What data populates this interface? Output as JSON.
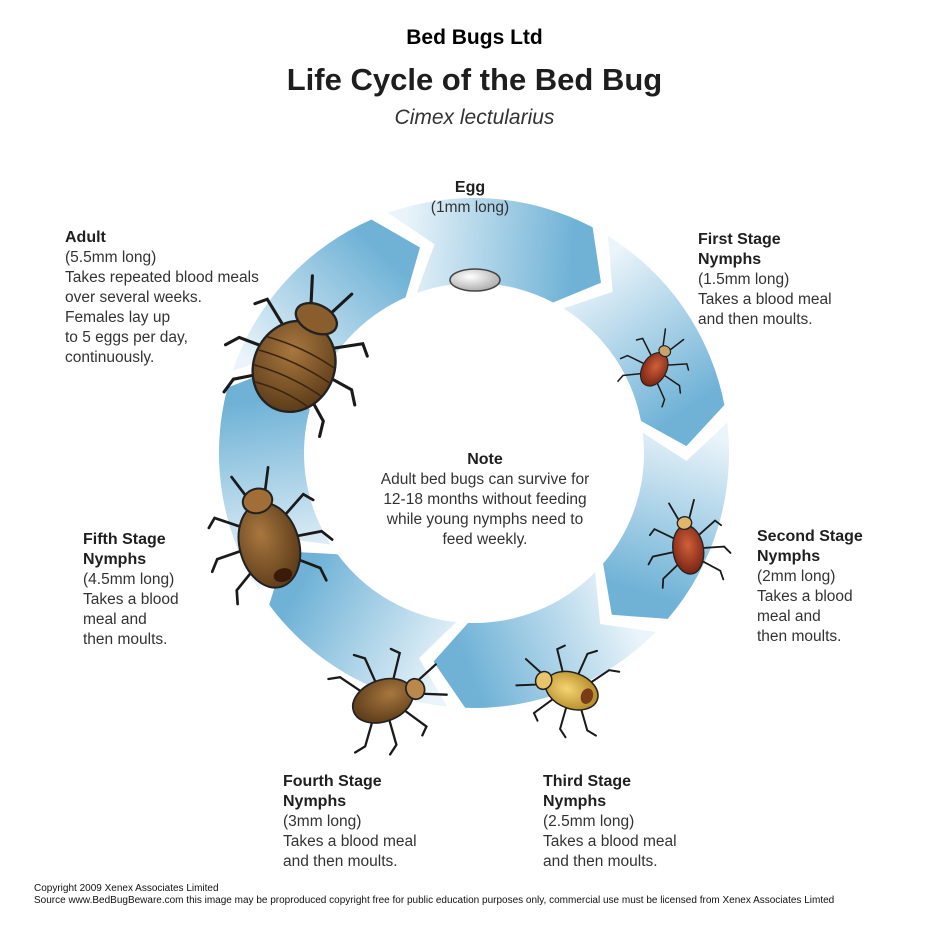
{
  "header": {
    "company": "Bed Bugs Ltd",
    "title": "Life Cycle of the Bed Bug",
    "subtitle": "Cimex lectularius"
  },
  "stages": {
    "egg": {
      "name": "Egg",
      "size": "(1mm long)",
      "desc": ""
    },
    "first": {
      "name": "First Stage\nNymphs",
      "size": "(1.5mm long)",
      "desc": "Takes a blood meal\nand then moults."
    },
    "second": {
      "name": "Second Stage\nNymphs",
      "size": "(2mm long)",
      "desc": "Takes a blood\nmeal and\nthen moults."
    },
    "third": {
      "name": "Third Stage\nNymphs",
      "size": "(2.5mm long)",
      "desc": "Takes a blood meal\nand then moults."
    },
    "fourth": {
      "name": "Fourth Stage\nNymphs",
      "size": "(3mm long)",
      "desc": "Takes a blood meal\nand then moults."
    },
    "fifth": {
      "name": "Fifth Stage\nNymphs",
      "size": "(4.5mm long)",
      "desc": "Takes a blood\nmeal and\nthen moults."
    },
    "adult": {
      "name": "Adult",
      "size": "(5.5mm long)",
      "desc": "Takes repeated blood meals\nover several weeks.\nFemales lay up\nto 5 eggs per day,\ncontinuously."
    }
  },
  "note": {
    "title": "Note",
    "text": "Adult bed bugs can survive for\n12-18 months without feeding\nwhile young nymphs need to\nfeed weekly."
  },
  "footer": {
    "copyright": "Copyright  2009 Xenex Associates Limited",
    "source": "Source www.BedBugBeware.com this image may be proproduced copyright free for public education purposes only, commercial use must be licensed from Xenex Associates Limted"
  },
  "colors": {
    "arrow_light": "#eaf4fa",
    "arrow_dark": "#6fb2d6",
    "adult_body": "#7a5228",
    "nymph_red": "#b8432a",
    "nymph_yellow": "#e0b948",
    "egg": "#d8d8d8"
  }
}
